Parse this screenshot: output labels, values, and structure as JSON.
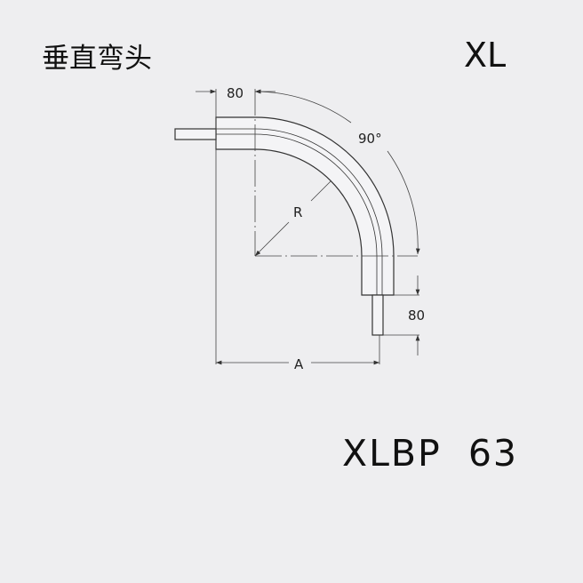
{
  "title": "垂直弯头",
  "series": "XL",
  "model": "XLBP  63",
  "drawing": {
    "dim_straight_top": "80",
    "dim_straight_bottom": "80",
    "dim_angle": "90°",
    "dim_radius": "R",
    "dim_width": "A"
  },
  "colors": {
    "background": "#eeeef0",
    "line": "#333333"
  }
}
